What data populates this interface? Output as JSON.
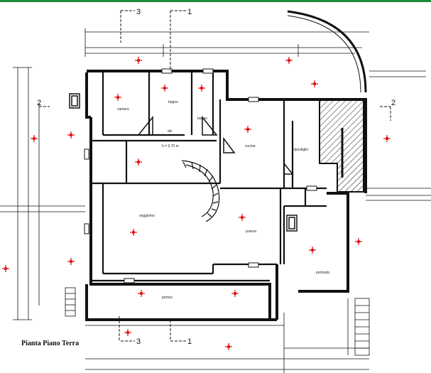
{
  "title": "Pianta Piano Terra",
  "section_markers": [
    "1",
    "2",
    "3"
  ],
  "rooms": {
    "camera": "camera",
    "bagno_top": "bagno",
    "bagno_small": "bagno",
    "dis": "dis",
    "cucina": "cucina",
    "ripostiglio": "ripostiglio",
    "h_label": "h = 2,70 m",
    "soggiorno": "soggiorno",
    "pranzo": "pranzo",
    "porticato": "porticato",
    "portico": "portico"
  },
  "colors": {
    "accent": "#1f8a3a",
    "marker": "#e01010",
    "line": "#111111"
  }
}
